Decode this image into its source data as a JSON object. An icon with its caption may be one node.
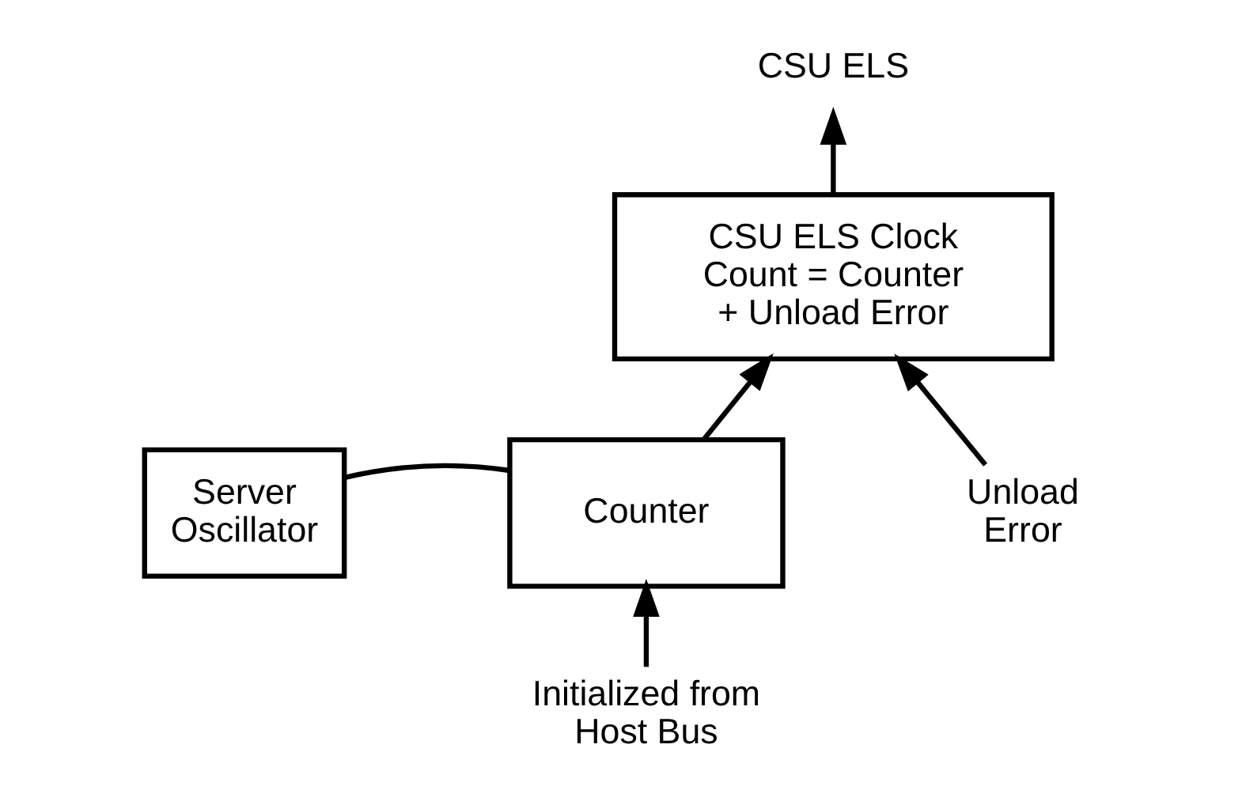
{
  "diagram": {
    "nodes": [
      {
        "text": [
          "CSU ELS"
        ]
      },
      {
        "text": [
          "CSU ELS Clock Count = Counter + Unload Error"
        ]
      },
      {
        "text": [
          "Server Oscillator"
        ]
      },
      {
        "text": [
          "Counter"
        ]
      },
      {
        "text": [
          "Unload Error"
        ]
      },
      {
        "text": [
          "Initialized from Host Bus"
        ]
      }
    ],
    "edges": [
      {
        "from": 1,
        "to": 0,
        "arrow": "to"
      },
      {
        "from": 3,
        "to": 1,
        "arrow": "to"
      },
      {
        "from": 4,
        "to": 1,
        "arrow": "to"
      },
      {
        "from": 2,
        "to": 3,
        "arrow": "none"
      },
      {
        "from": 5,
        "to": 3,
        "arrow": "to"
      }
    ]
  }
}
